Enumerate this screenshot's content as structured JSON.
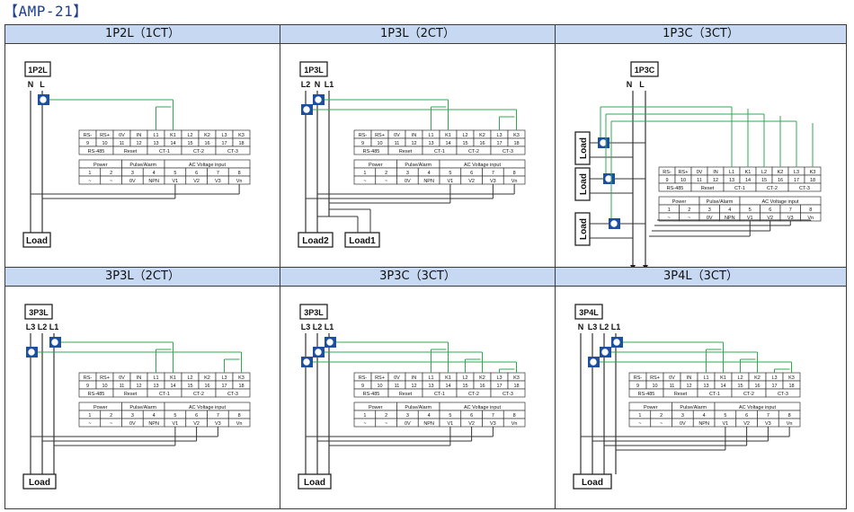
{
  "doc_title": "【AMP-21】",
  "panels": [
    {
      "header": "1P2L（1CT）",
      "mode": "1P2L",
      "lines": [
        "N",
        "L"
      ],
      "loads": [
        "Load"
      ],
      "load_side": false
    },
    {
      "header": "1P3L（2CT）",
      "mode": "1P3L",
      "lines": [
        "L2",
        "N",
        "L1"
      ],
      "loads": [
        "Load2",
        "Load1"
      ],
      "load_side": false
    },
    {
      "header": "1P3C（3CT）",
      "mode": "1P3C",
      "lines": [
        "N",
        "L"
      ],
      "loads": [
        "Load",
        "Load",
        "Load"
      ],
      "load_side": true
    },
    {
      "header": "3P3L（2CT）",
      "mode": "3P3L",
      "lines": [
        "L3",
        "L2",
        "L1"
      ],
      "loads": [
        "Load"
      ],
      "load_side": false
    },
    {
      "header": "3P3C（3CT）",
      "mode": "3P3L",
      "lines": [
        "L3",
        "L2",
        "L1"
      ],
      "loads": [
        "Load"
      ],
      "load_side": false
    },
    {
      "header": "3P4L（3CT）",
      "mode": "3P4L",
      "lines": [
        "N",
        "L3",
        "L2",
        "L1"
      ],
      "loads": [
        "Load"
      ],
      "load_side": false
    }
  ],
  "terminal_block": {
    "top_labels": [
      "RS-",
      "RS+",
      "0V",
      "IN",
      "L1",
      "K1",
      "L2",
      "K2",
      "L3",
      "K3"
    ],
    "top_numbers": [
      "9",
      "10",
      "11",
      "12",
      "13",
      "14",
      "15",
      "16",
      "17",
      "18"
    ],
    "top_groups": [
      "RS-485",
      "Reset",
      "CT-1",
      "CT-2",
      "CT-3"
    ],
    "bottom_groups": [
      "Power",
      "Pulse/Alarm",
      "AC Voltage input"
    ],
    "bottom_numbers": [
      "1",
      "2",
      "3",
      "4",
      "5",
      "6",
      "7",
      "8"
    ],
    "bottom_labels": [
      "~",
      "~",
      "0V",
      "NPN",
      "V1",
      "V2",
      "V3",
      "Vn"
    ]
  },
  "colors": {
    "header_bg": "#c7d9f2",
    "title": "#1f3f8f",
    "wire": "#333333",
    "ct_wire": "#2fa84f",
    "ct_body": "#1d4fa0"
  }
}
